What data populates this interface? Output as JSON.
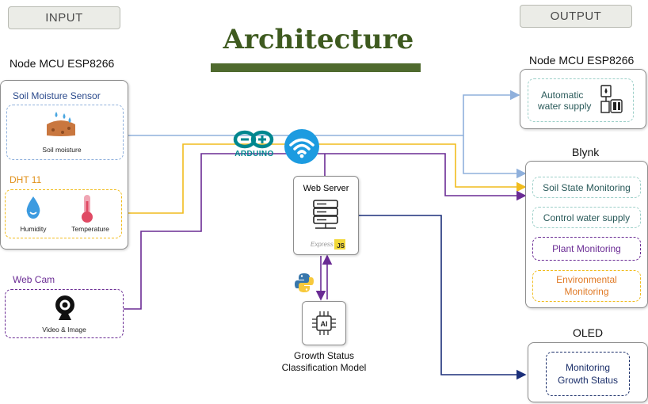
{
  "header": {
    "input_label": "INPUT",
    "output_label": "OUTPUT",
    "title": "Architecture"
  },
  "input": {
    "node_title": "Node MCU ESP8266",
    "soil": {
      "title": "Soil Moisture Sensor",
      "caption": "Soil moisture"
    },
    "dht": {
      "title": "DHT 11",
      "humidity": "Humidity",
      "temperature": "Temperature"
    },
    "webcam": {
      "title": "Web Cam",
      "caption": "Video & Image"
    }
  },
  "center": {
    "arduino_logo": "ARDUINO",
    "web_server_title": "Web Server",
    "express_text": "Express",
    "js_badge": "JS",
    "ai_chip": "AI",
    "model_label_1": "Growth Status",
    "model_label_2": "Classification Model"
  },
  "output": {
    "node_title": "Node MCU ESP8266",
    "water_supply_line1": "Automatic",
    "water_supply_line2": "water supply",
    "blynk_title": "Blynk",
    "blynk_items": [
      "Soil State Monitoring",
      "Control water supply",
      "Plant Monitoring",
      "Environmental",
      "Monitoring"
    ],
    "oled_title": "OLED",
    "oled_line1": "Monitoring",
    "oled_line2": "Growth Status"
  },
  "colors": {
    "blue_line": "#8fb0dc",
    "yellow_line": "#f1bc1d",
    "purple_line": "#6a2b94",
    "navy_line": "#1b2f7a",
    "title_green": "#3e5a1f",
    "soil_text": "#2b4a8c",
    "dht_text": "#e0901a",
    "purple_text": "#6a2b94",
    "orange_text": "#e07a26",
    "navy_text": "#1b2f6a"
  },
  "icons": [
    "soil-moisture-icon",
    "humidity-icon",
    "thermometer-icon",
    "webcam-icon",
    "arduino-logo",
    "wifi-icon",
    "server-icon",
    "python-icon",
    "ai-chip-icon",
    "water-supply-icon"
  ]
}
